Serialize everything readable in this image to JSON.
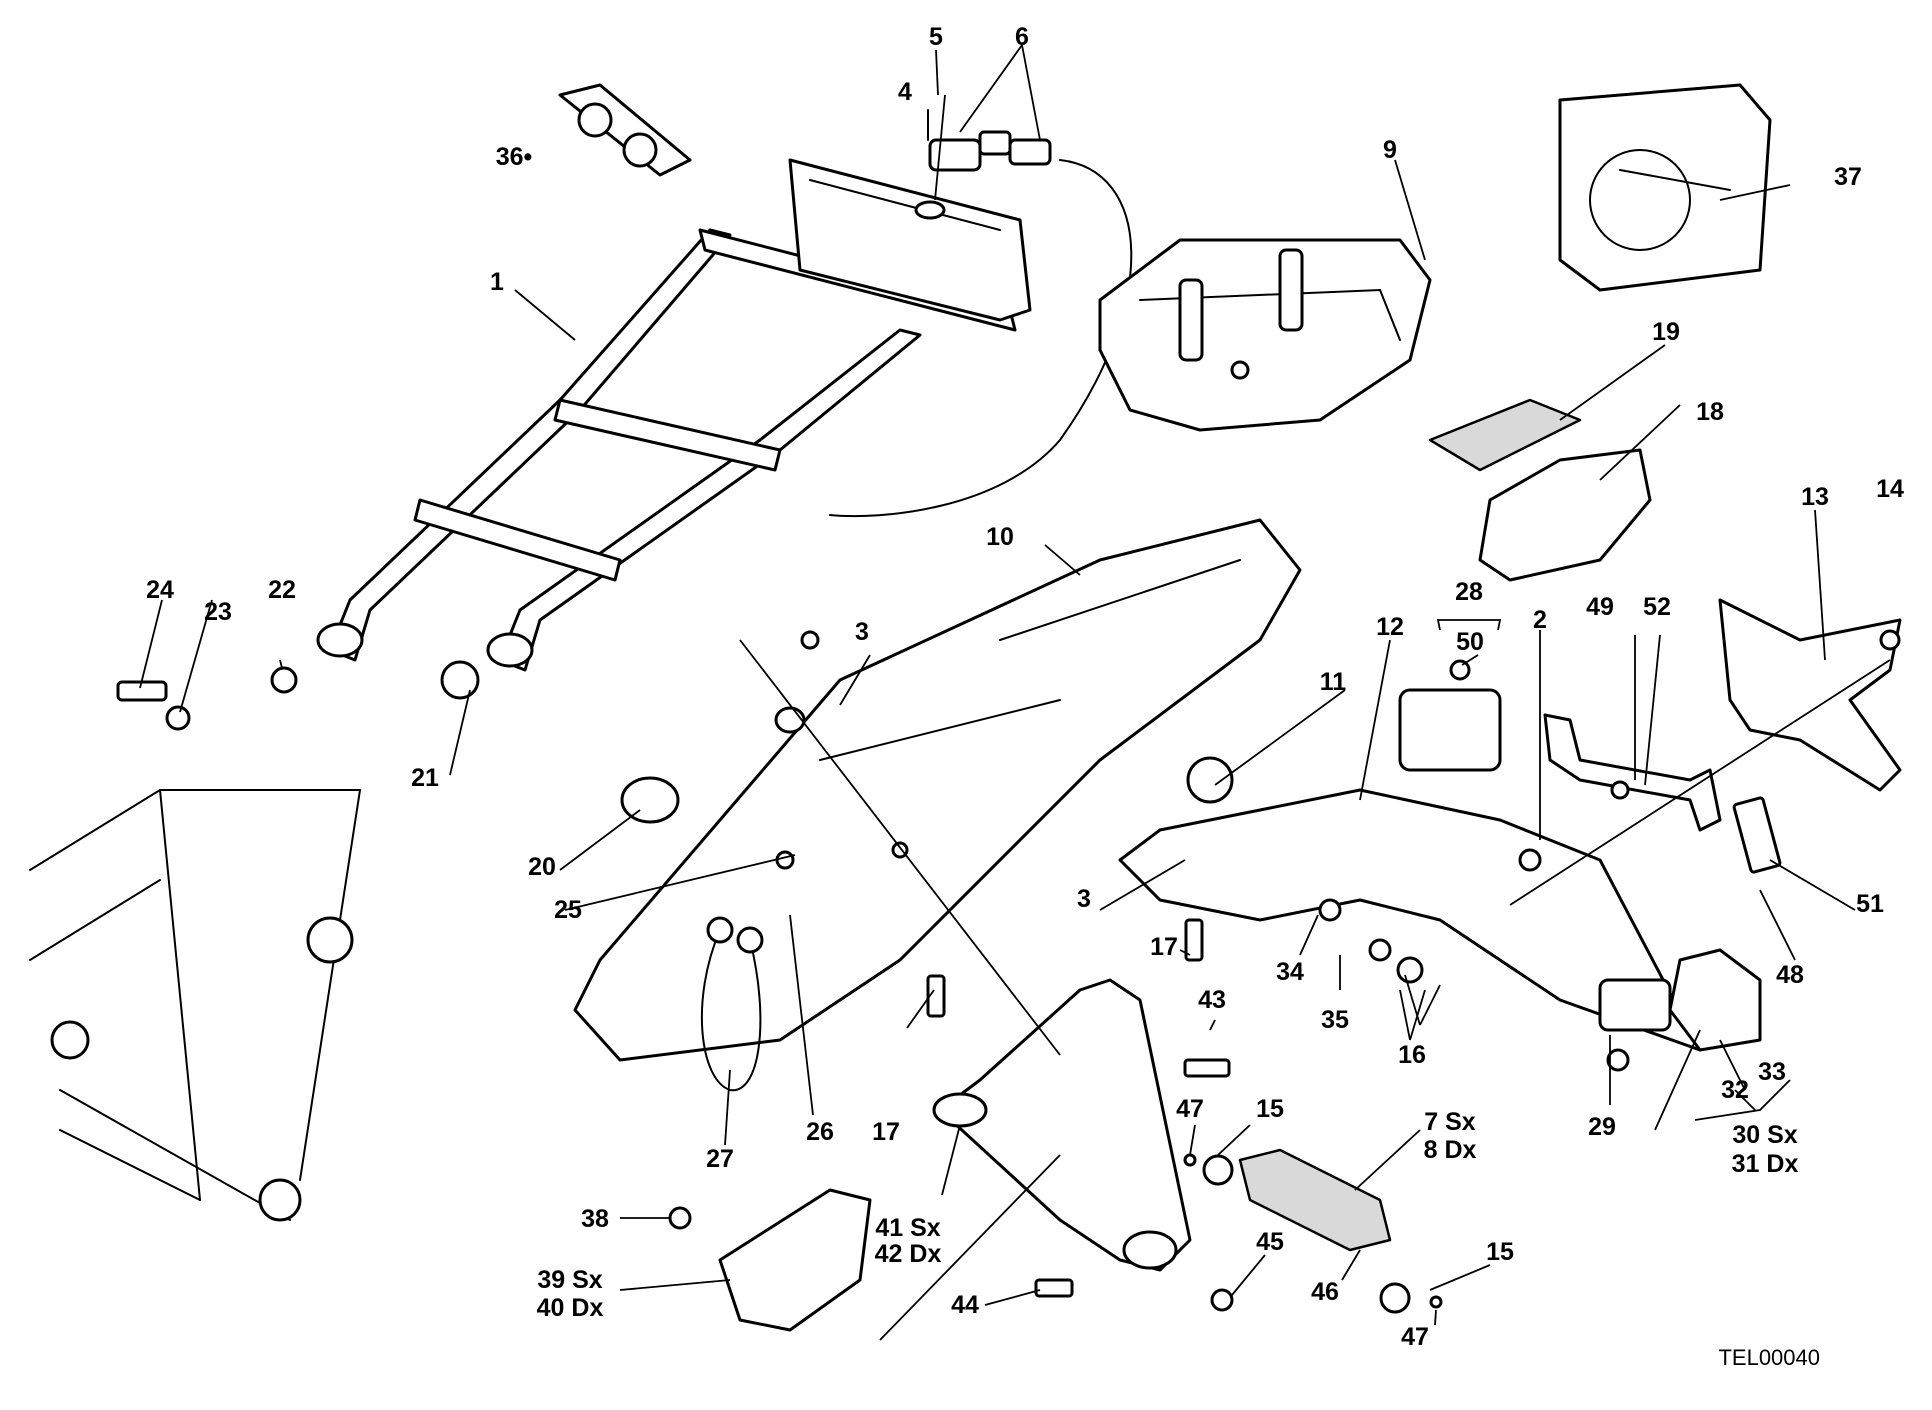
{
  "diagram_ref": "TEL00040",
  "callouts": {
    "c1": "1",
    "c2": "2",
    "c3a": "3",
    "c3b": "3",
    "c4": "4",
    "c5": "5",
    "c6": "6",
    "c7_8": [
      "7 Sx",
      "8 Dx"
    ],
    "c9": "9",
    "c10": "10",
    "c11": "11",
    "c12": "12",
    "c13": "13",
    "c14": "14",
    "c15a": "15",
    "c15b": "15",
    "c16": "16",
    "c17a": "17",
    "c17b": "17",
    "c18": "18",
    "c19": "19",
    "c20": "20",
    "c21": "21",
    "c22": "22",
    "c23": "23",
    "c24": "24",
    "c25": "25",
    "c26": "26",
    "c27": "27",
    "c28": "28",
    "c29": "29",
    "c30_31": [
      "30 Sx",
      "31 Dx"
    ],
    "c32": "32",
    "c33": "33",
    "c34": "34",
    "c35": "35",
    "c36": "36•",
    "c37": "37",
    "c38": "38",
    "c39_40": [
      "39 Sx",
      "40 Dx"
    ],
    "c41_42": [
      "41 Sx",
      "42 Dx"
    ],
    "c43": "43",
    "c44": "44",
    "c45": "45",
    "c46": "46",
    "c47a": "47",
    "c47b": "47",
    "c48": "48",
    "c49": "49",
    "c50": "50",
    "c51": "51",
    "c52": "52"
  }
}
